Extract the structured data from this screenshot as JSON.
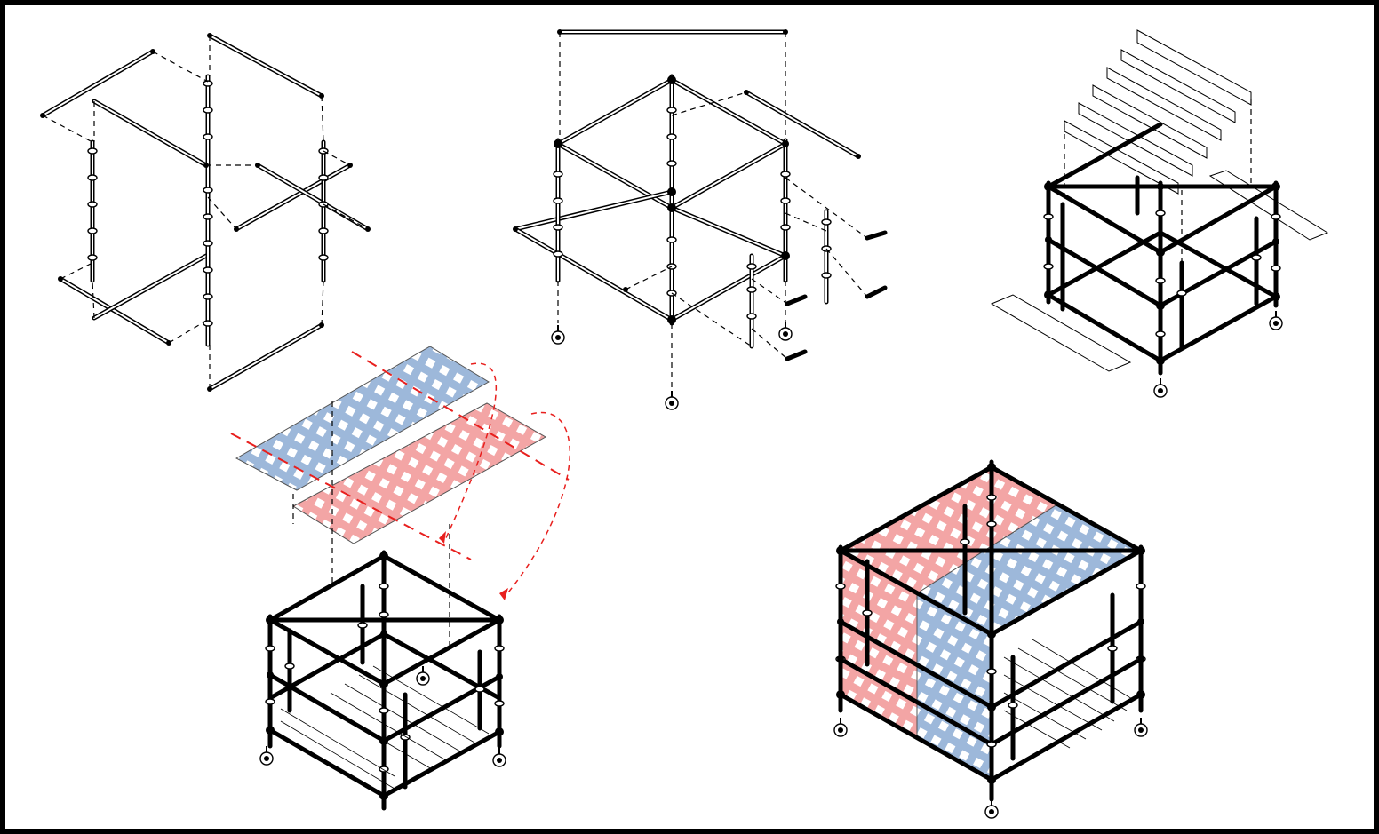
{
  "figure": {
    "panels": [
      "step-1-frame-explode",
      "step-2-bracing-explode",
      "step-3-stair-and-planks",
      "step-4-mesh-panels-explode",
      "step-5-assembled-with-panels"
    ],
    "colors": {
      "frame": "#000000",
      "frame_border": "#000000",
      "panel_blue": "#9db8da",
      "panel_red": "#f3a5a5",
      "fold_indicator": "#e8201e",
      "plank": "#ffffff"
    },
    "icons": [
      "caster-wheel-icon",
      "coupler-node-icon",
      "rosette-ring-icon"
    ]
  }
}
